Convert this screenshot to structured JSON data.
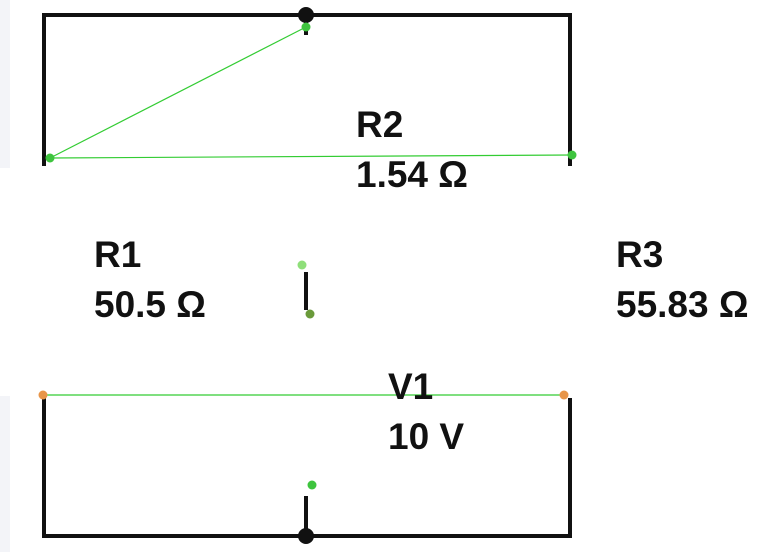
{
  "components": {
    "r2": {
      "name": "R2",
      "value": "1.54 Ω"
    },
    "r1": {
      "name": "R1",
      "value": "50.5 Ω"
    },
    "r3": {
      "name": "R3",
      "value": "55.83 Ω"
    },
    "v1": {
      "name": "V1",
      "value": "10 V"
    }
  },
  "colors": {
    "wire": "#111111",
    "probe_line": "#33cc33",
    "node_green": "#3ec43e",
    "node_light_green": "#8fdf7a",
    "node_olive": "#6a9a3a",
    "node_orange": "#e8964a"
  }
}
